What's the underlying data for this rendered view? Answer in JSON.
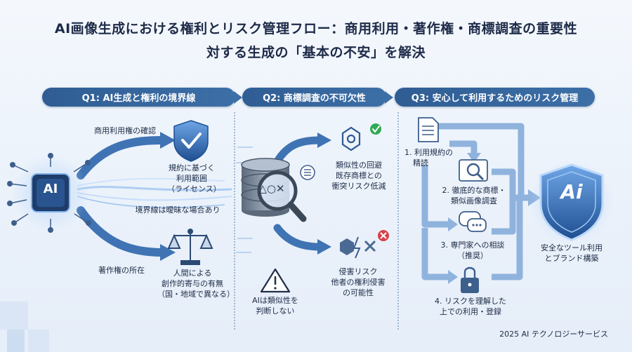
{
  "title_line1": "AI画像生成における権利とリスク管理フロー：商用利用・著作権・商標調査の重要性",
  "title_line2": "対する生成の「基本の不安」を解決",
  "sections": {
    "q1": "Q1: AI生成と権利の境界線",
    "q2": "Q2: 商標調査の不可欠性",
    "q3": "Q3: 安心して利用するためのリスク管理"
  },
  "q1": {
    "ai_chip": "AI",
    "commercial_label": "商用利用権の確認",
    "license_lines": [
      "規約に基づく",
      "利用範囲",
      "（ライセンス）"
    ],
    "boundary_label": "境界線は曖昧な場合あり",
    "copyright_label": "著作権の所在",
    "human_lines": [
      "人間による",
      "創作的寄与の有無",
      "（国・地域で異なる）"
    ]
  },
  "q2": {
    "db_symbols": "△○✕",
    "similar_lines": [
      "類似性の回避",
      "既存商標との",
      "衝突リスク低減"
    ],
    "ai_judge_lines": [
      "AIは類似性を",
      "判断しない"
    ],
    "infringe_lines": [
      "侵害リスク",
      "他者の権利侵害",
      "の可能性"
    ]
  },
  "q3": {
    "step1_lines": [
      "1. 利用規約の",
      "精読"
    ],
    "step2_lines": [
      "2. 徹底的な商標・",
      "類似画像調査"
    ],
    "step3_lines": [
      "3. 専門家への相談",
      "（推奨）"
    ],
    "step4_lines": [
      "4. リスクを理解した",
      "上での利用・登録"
    ],
    "shield_text": "Ai",
    "safe_lines": [
      "安全なツール利用",
      "とブランド構築"
    ]
  },
  "footer": "2025 AI テクノロジーサービス",
  "colors": {
    "navy": "#2f5d93",
    "arrow_blue": "#3f73b3",
    "light_arrow": "#8fb3dd",
    "check_green": "#2faa55",
    "warn_red": "#d94048"
  },
  "icons": [
    "ai-chip-icon",
    "shield-check-icon",
    "scales-icon",
    "database-search-icon",
    "warning-icon",
    "document-icon",
    "magnifier-screen-icon",
    "chat-bubbles-icon",
    "lock-icon",
    "ai-shield-icon"
  ]
}
